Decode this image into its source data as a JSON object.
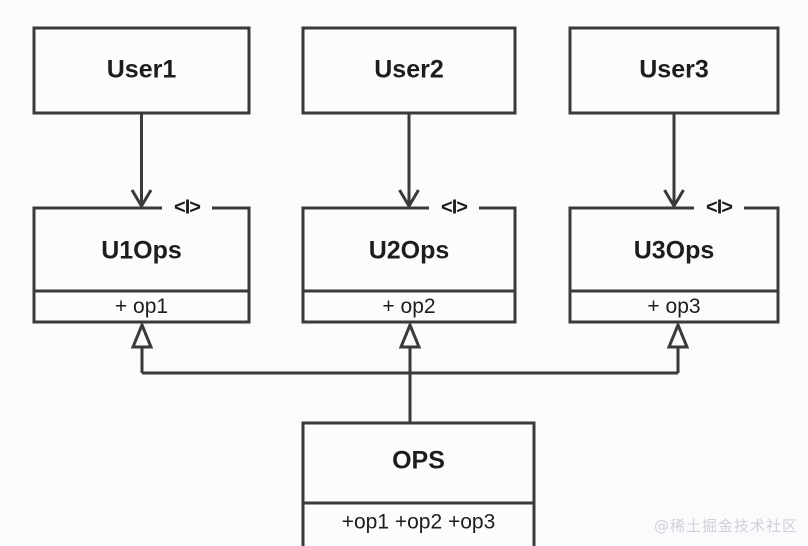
{
  "diagram": {
    "type": "uml-class-diagram",
    "background_color": "#fbfafc",
    "stroke_color": "#3a3a3c",
    "fill_color": "#fcfbfd",
    "text_color": "#1d1d1f",
    "actors": [
      {
        "id": "user1",
        "label": "User1"
      },
      {
        "id": "user2",
        "label": "User2"
      },
      {
        "id": "user3",
        "label": "User3"
      }
    ],
    "interfaces": [
      {
        "id": "u1ops",
        "stereotype": "<I>",
        "label": "U1Ops",
        "operation": "+ op1"
      },
      {
        "id": "u2ops",
        "stereotype": "<I>",
        "label": "U2Ops",
        "operation": "+ op2"
      },
      {
        "id": "u3ops",
        "stereotype": "<I>",
        "label": "U3Ops",
        "operation": "+ op3"
      }
    ],
    "implementation": {
      "id": "ops",
      "label": "OPS",
      "operations": "+op1 +op2 +op3"
    },
    "dependencies": [
      {
        "from": "User1",
        "to": "U1Ops",
        "arrow": "open-arrow"
      },
      {
        "from": "User2",
        "to": "U2Ops",
        "arrow": "open-arrow"
      },
      {
        "from": "User3",
        "to": "U3Ops",
        "arrow": "open-arrow"
      }
    ],
    "realizations": [
      {
        "from": "OPS",
        "to": "U1Ops",
        "arrow": "hollow-triangle"
      },
      {
        "from": "OPS",
        "to": "U2Ops",
        "arrow": "hollow-triangle"
      },
      {
        "from": "OPS",
        "to": "U3Ops",
        "arrow": "hollow-triangle"
      }
    ]
  },
  "watermark": {
    "text": "@稀土掘金技术社区"
  }
}
